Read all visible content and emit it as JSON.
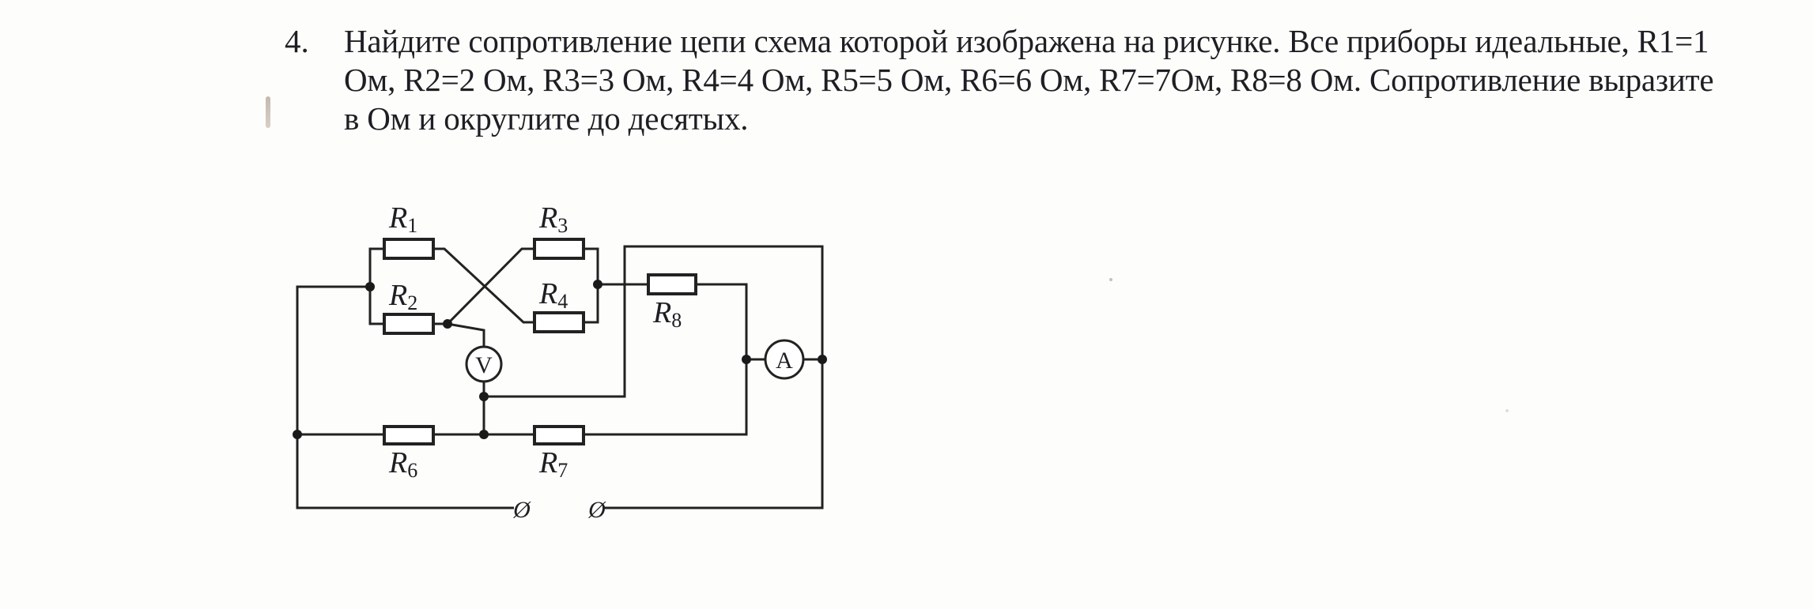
{
  "problem": {
    "number": "4.",
    "lines": [
      "Найдите сопротивление цепи схема которой изображена на рисунке. Все приборы идеальные, R1=1",
      "Ом, R2=2 Ом, R3=3 Ом, R4=4 Ом, R5=5 Ом, R6=6 Ом, R7=7Ом, R8=8 Ом. Сопротивление выразите",
      "в Ом и округлите до десятых."
    ]
  },
  "circuit": {
    "resistors": [
      {
        "id": "R1",
        "letter": "R",
        "sub": "1"
      },
      {
        "id": "R2",
        "letter": "R",
        "sub": "2"
      },
      {
        "id": "R3",
        "letter": "R",
        "sub": "3"
      },
      {
        "id": "R4",
        "letter": "R",
        "sub": "4"
      },
      {
        "id": "R6",
        "letter": "R",
        "sub": "6"
      },
      {
        "id": "R7",
        "letter": "R",
        "sub": "7"
      },
      {
        "id": "R8",
        "letter": "R",
        "sub": "8"
      }
    ],
    "voltmeter": {
      "symbol": "V"
    },
    "ammeter": {
      "symbol": "A"
    },
    "terminals": [
      "Ø",
      "Ø"
    ]
  }
}
